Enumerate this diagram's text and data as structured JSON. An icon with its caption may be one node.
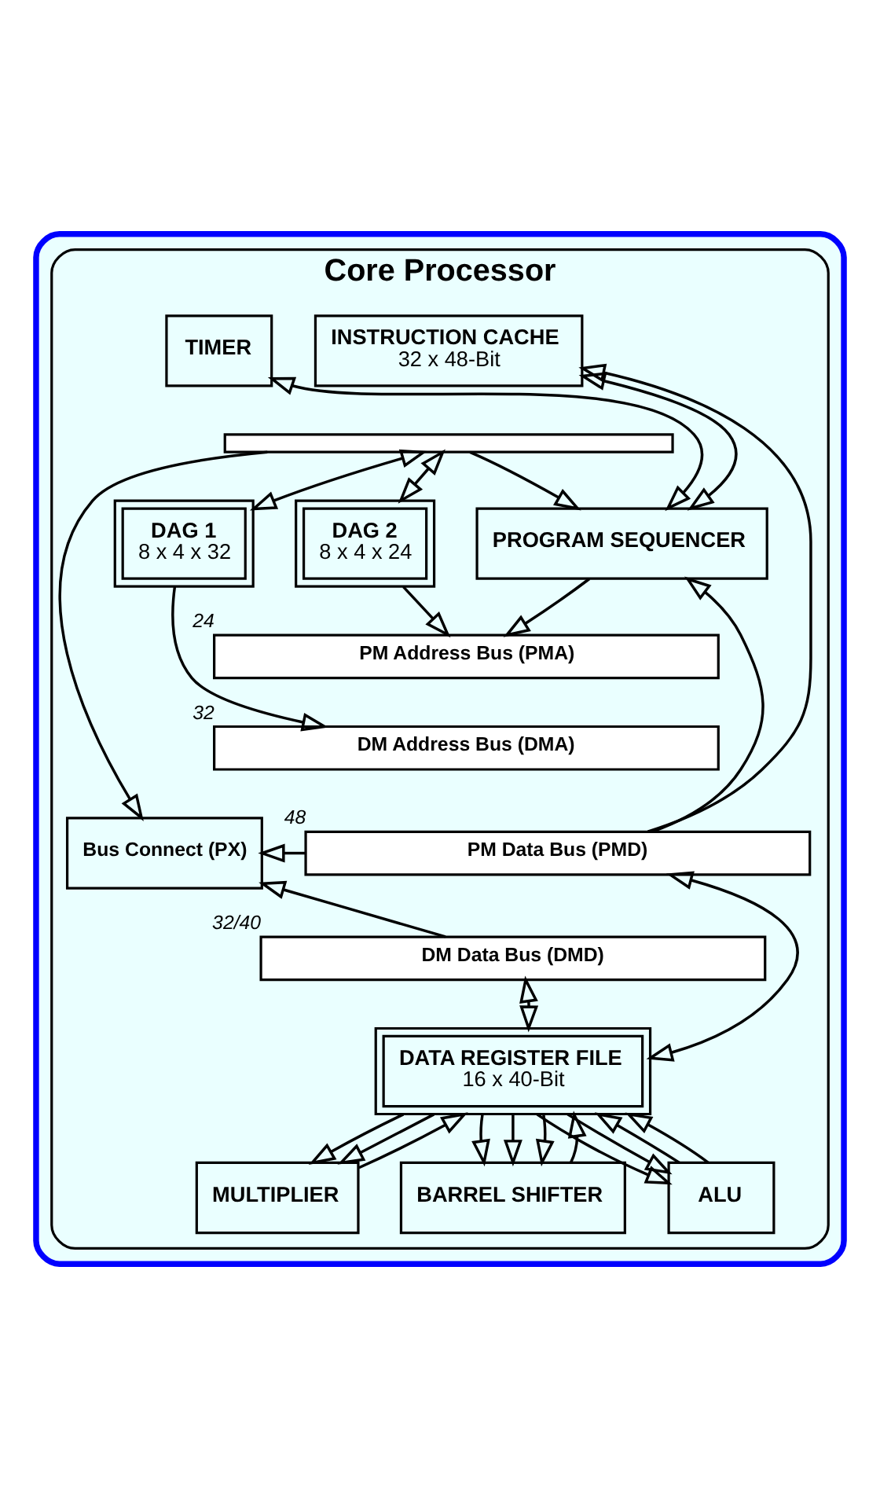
{
  "diagram": {
    "nodes": [
      {
        "text": [],
        "shape": "box"
      },
      {
        "text": [
          "Core Processor"
        ],
        "in": 0
      },
      {
        "text": [
          "TIMER"
        ],
        "in": 1
      },
      {
        "text": [
          "INSTRUCTION CACHE",
          "32 x 48-Bit"
        ],
        "in": 1
      },
      {
        "text": [],
        "shape": "bar",
        "in": 1
      },
      {
        "text": [
          "DAG 1",
          "8 x 4 x 32"
        ],
        "in": 1
      },
      {
        "text": [
          "DAG 2",
          "8 x 4 x 24"
        ],
        "in": 1
      },
      {
        "text": [
          "PROGRAM SEQUENCER"
        ],
        "in": 1
      },
      {
        "text": [
          "PM Address Bus (PMA)"
        ],
        "beside": [
          "24"
        ],
        "in": 1
      },
      {
        "text": [
          "DM Address Bus (DMA)"
        ],
        "beside": [
          "32"
        ],
        "in": 1
      },
      {
        "text": [
          "Bus Connect (PX)"
        ],
        "in": 1
      },
      {
        "text": [
          "PM Data Bus (PMD)"
        ],
        "beside": [
          "48"
        ],
        "in": 1
      },
      {
        "text": [
          "DM Data Bus (DMD)"
        ],
        "beside": [
          "32/40"
        ],
        "in": 1
      },
      {
        "text": [
          "DATA REGISTER FILE",
          "16 x 40-Bit"
        ],
        "in": 1
      },
      {
        "text": [
          "MULTIPLIER"
        ],
        "in": 1
      },
      {
        "text": [
          "BARREL SHIFTER"
        ],
        "in": 1
      },
      {
        "text": [
          "ALU"
        ],
        "in": 1
      }
    ],
    "edges": [
      {
        "from": 2,
        "to": 7,
        "arrow": "both"
      },
      {
        "from": 3,
        "to": 7,
        "arrow": "both"
      },
      {
        "from": 4,
        "to": 5,
        "arrow": "both"
      },
      {
        "from": 4,
        "to": 6,
        "arrow": "both"
      },
      {
        "from": 4,
        "to": 7,
        "arrow": "to"
      },
      {
        "from": 4,
        "to": 10,
        "arrow": "to"
      },
      {
        "from": 6,
        "to": 8,
        "arrow": "to"
      },
      {
        "from": 7,
        "to": 8,
        "arrow": "to"
      },
      {
        "from": 5,
        "to": 9,
        "arrow": "to"
      },
      {
        "from": 11,
        "to": 3,
        "arrow": "to"
      },
      {
        "from": 11,
        "to": 7,
        "arrow": "to"
      },
      {
        "from": 11,
        "to": 10,
        "arrow": "to"
      },
      {
        "from": 12,
        "to": 10,
        "arrow": "to"
      },
      {
        "from": 13,
        "to": 11,
        "arrow": "both"
      },
      {
        "from": 13,
        "to": 12,
        "arrow": "both"
      },
      {
        "from": 13,
        "to": 14,
        "arrow": "to"
      },
      {
        "from": 13,
        "to": 14,
        "arrow": "to"
      },
      {
        "from": 13,
        "to": 15,
        "arrow": "to"
      },
      {
        "from": 13,
        "to": 15,
        "arrow": "to"
      },
      {
        "from": 13,
        "to": 15,
        "arrow": "to"
      },
      {
        "from": 13,
        "to": 16,
        "arrow": "to"
      },
      {
        "from": 13,
        "to": 16,
        "arrow": "to"
      },
      {
        "from": 14,
        "to": 13,
        "arrow": "to"
      },
      {
        "from": 15,
        "to": 13,
        "arrow": "to"
      },
      {
        "from": 16,
        "to": 13,
        "arrow": "to"
      },
      {
        "from": 16,
        "to": 13,
        "arrow": "to"
      }
    ]
  }
}
